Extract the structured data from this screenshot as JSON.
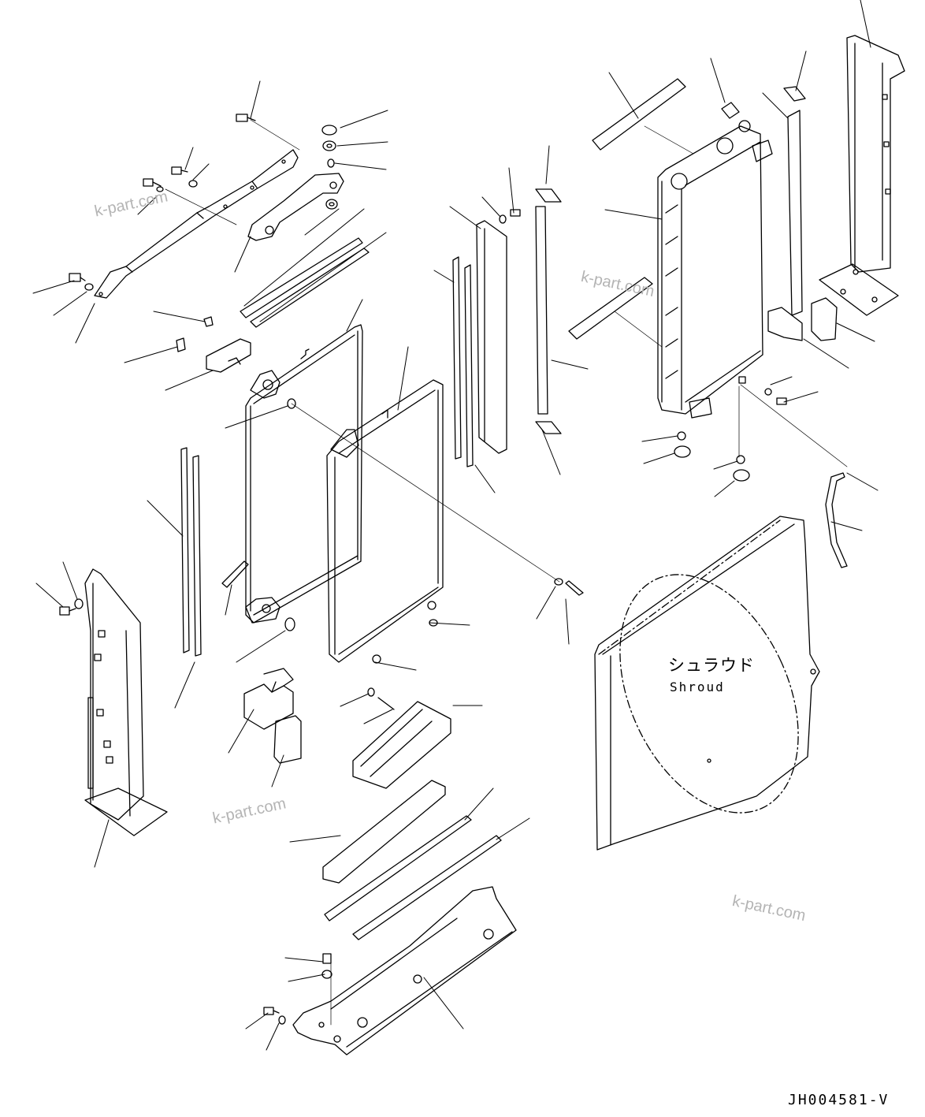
{
  "watermark": "k-part.com",
  "shroud_label_jp": "シュラウド",
  "shroud_label_en": "Shroud",
  "drawing_code": "JH004581-V",
  "colors": {
    "line": "#000000",
    "watermark": "#b4b4b4",
    "background": "#ffffff"
  }
}
